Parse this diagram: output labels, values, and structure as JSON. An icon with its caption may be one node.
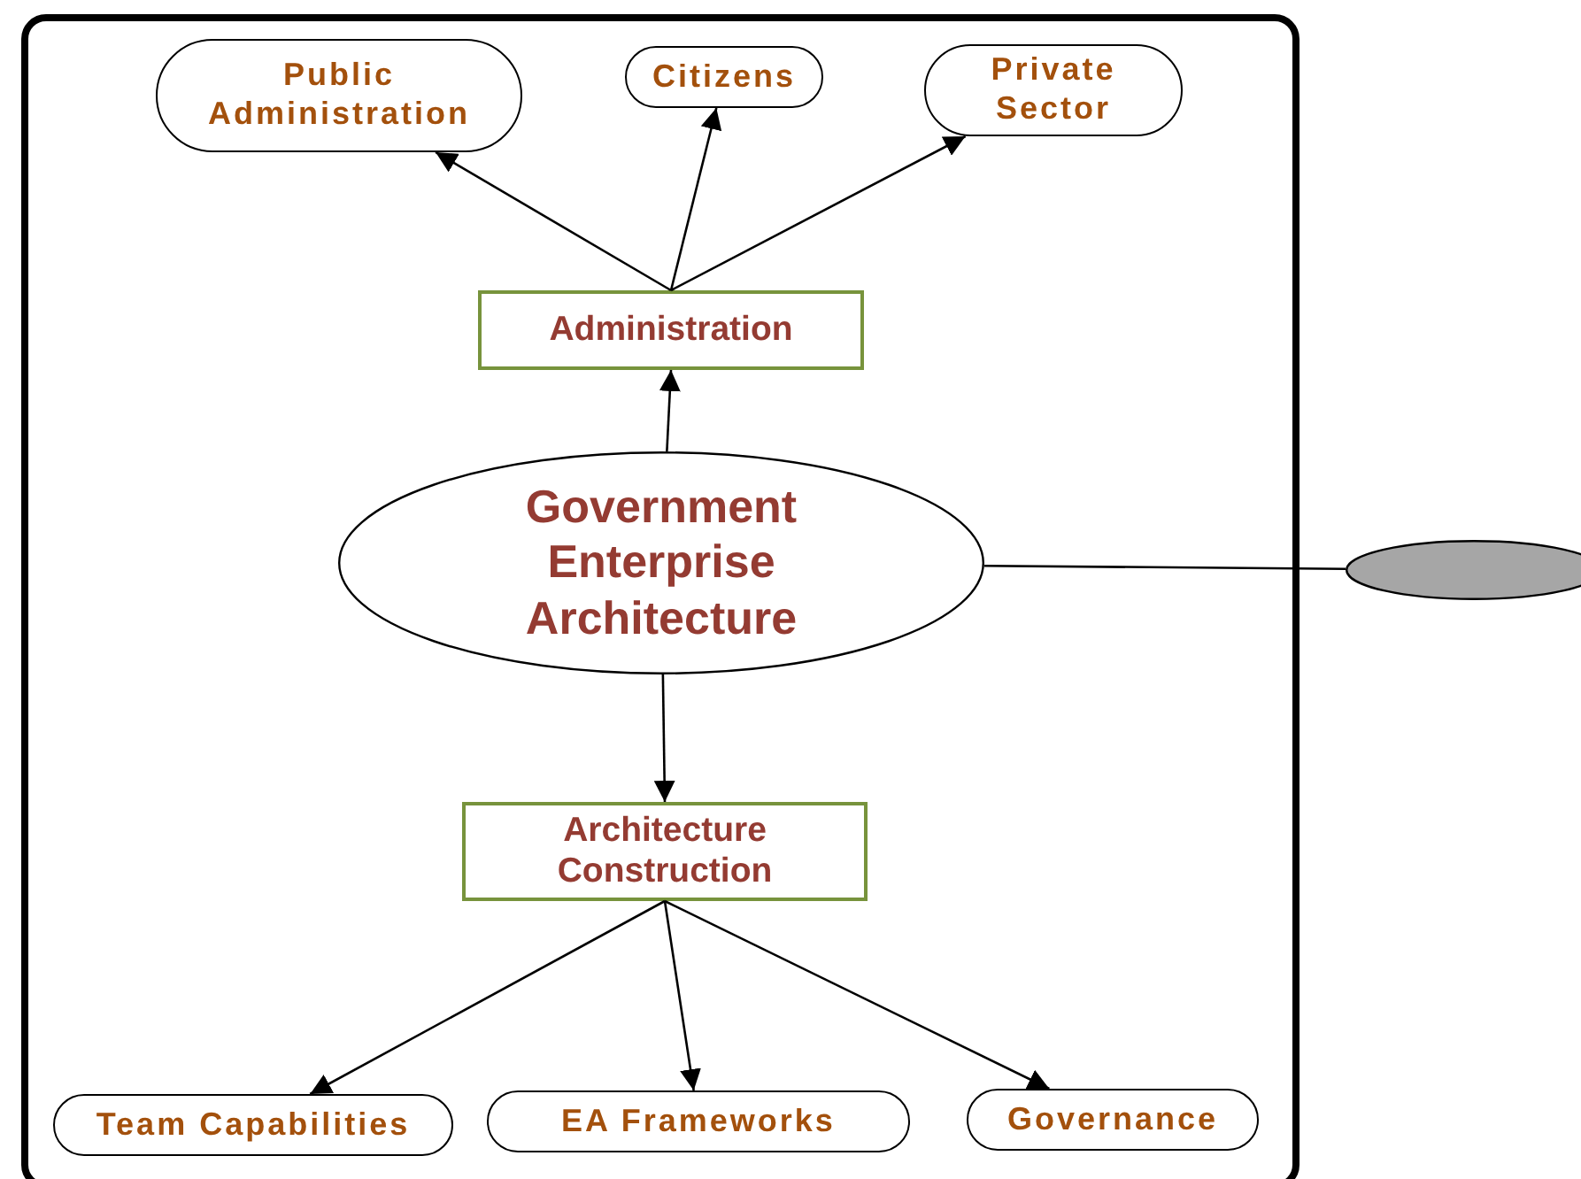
{
  "diagram": {
    "nodes": [
      {
        "text": [
          "Public Administration"
        ]
      },
      {
        "text": [
          "Citizens"
        ]
      },
      {
        "text": [
          "Private Sector"
        ]
      },
      {
        "text": [
          "Administration"
        ]
      },
      {
        "text": [
          "Government Enterprise Architecture"
        ]
      },
      {
        "text": [],
        "shape": "circle"
      },
      {
        "text": [
          "Architecture Construction"
        ]
      },
      {
        "text": [
          "Team Capabilities"
        ]
      },
      {
        "text": [
          "EA Frameworks"
        ]
      },
      {
        "text": [
          "Governance"
        ]
      }
    ],
    "edges": [
      {
        "from": 3,
        "to": 0,
        "arrow": "to"
      },
      {
        "from": 3,
        "to": 1,
        "arrow": "to"
      },
      {
        "from": 3,
        "to": 2,
        "arrow": "to"
      },
      {
        "from": 4,
        "to": 3,
        "arrow": "to"
      },
      {
        "from": 4,
        "to": 5,
        "arrow": "none"
      },
      {
        "from": 4,
        "to": 6,
        "arrow": "to"
      },
      {
        "from": 6,
        "to": 7,
        "arrow": "to"
      },
      {
        "from": 6,
        "to": 8,
        "arrow": "to"
      },
      {
        "from": 6,
        "to": 9,
        "arrow": "to"
      }
    ]
  }
}
